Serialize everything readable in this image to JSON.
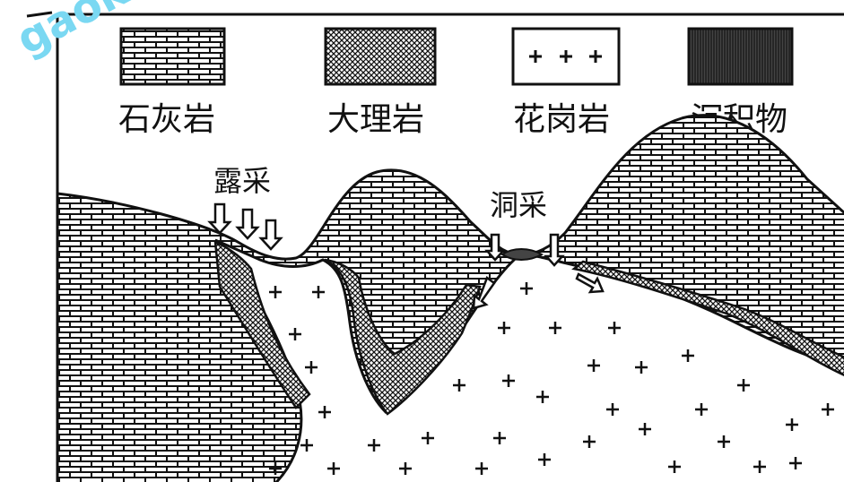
{
  "legend": [
    {
      "id": "limestone",
      "label": "石灰岩"
    },
    {
      "id": "marble",
      "label": "大理岩"
    },
    {
      "id": "granite",
      "label": "花岗岩"
    },
    {
      "id": "sediment",
      "label": "沉积物"
    }
  ],
  "annotations": {
    "open_pit": "露采",
    "underground": "洞采"
  },
  "watermark": "gaok"
}
